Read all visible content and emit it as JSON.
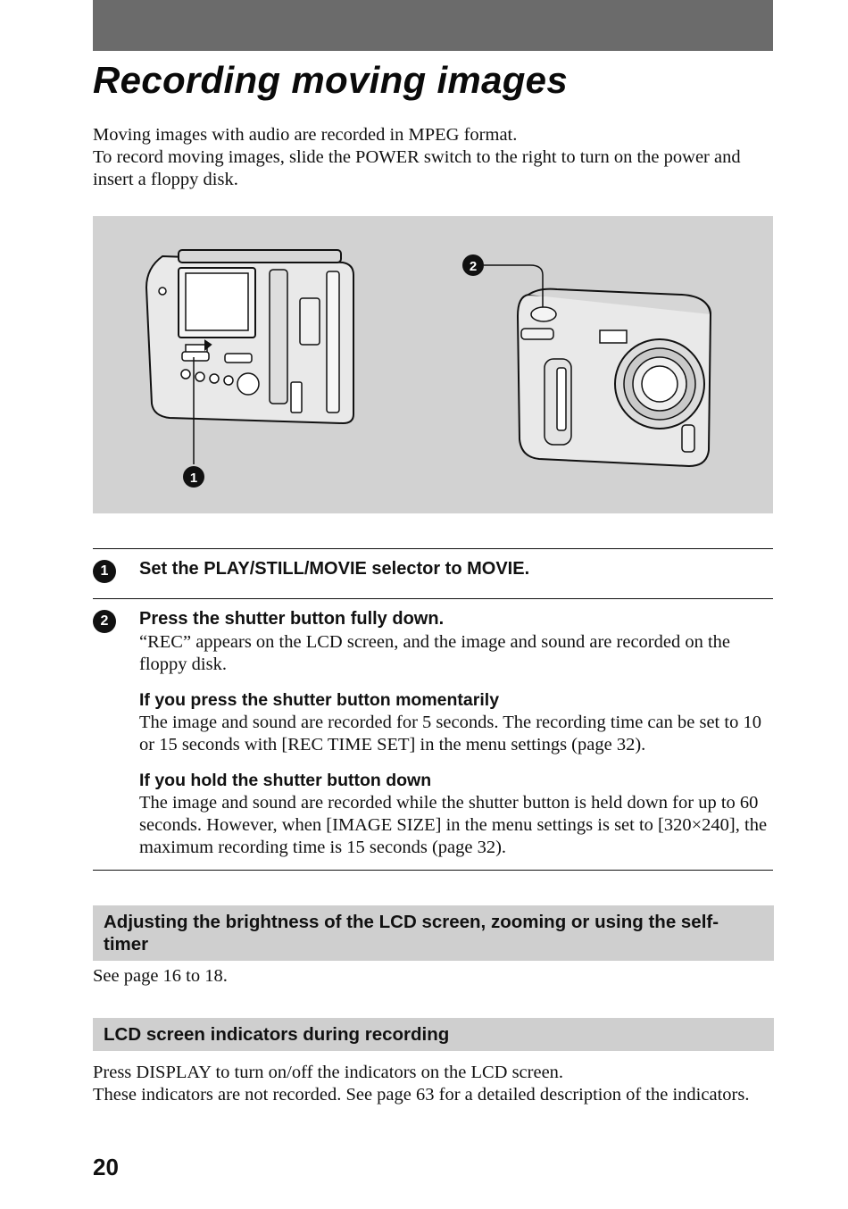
{
  "title": "Recording moving images",
  "intro": {
    "line1": "Moving images with audio are recorded in MPEG format.",
    "line2": "To record moving images, slide the POWER switch to the right to turn on the power and insert a floppy disk."
  },
  "figure": {
    "callout1": "1",
    "callout2": "2"
  },
  "steps": [
    {
      "number": "1",
      "heading": "Set the PLAY/STILL/MOVIE selector to MOVIE."
    },
    {
      "number": "2",
      "heading": "Press the shutter button fully down.",
      "text": "“REC” appears on the LCD screen, and the image and sound are recorded on the floppy disk.",
      "notes": [
        {
          "heading": "If you press the shutter button momentarily",
          "text": "The image and sound are recorded for 5 seconds. The recording time can be set to 10 or 15 seconds with [REC TIME SET] in the menu settings (page 32)."
        },
        {
          "heading": "If you hold the shutter button down",
          "text": "The image and sound are recorded while the shutter button is held down for up to 60 seconds. However, when [IMAGE SIZE] in the menu settings is set to [320×240], the maximum recording time is 15 seconds (page 32)."
        }
      ]
    }
  ],
  "sections": [
    {
      "title": "Adjusting the brightness of the LCD screen, zooming or using the self-timer",
      "text": "See page 16 to 18."
    },
    {
      "title": "LCD screen indicators during recording",
      "line1": "Press DISPLAY to turn on/off the indicators on the LCD screen.",
      "line2": "These indicators are not recorded. See page 63 for a detailed description of the indicators."
    }
  ],
  "page_number": "20"
}
